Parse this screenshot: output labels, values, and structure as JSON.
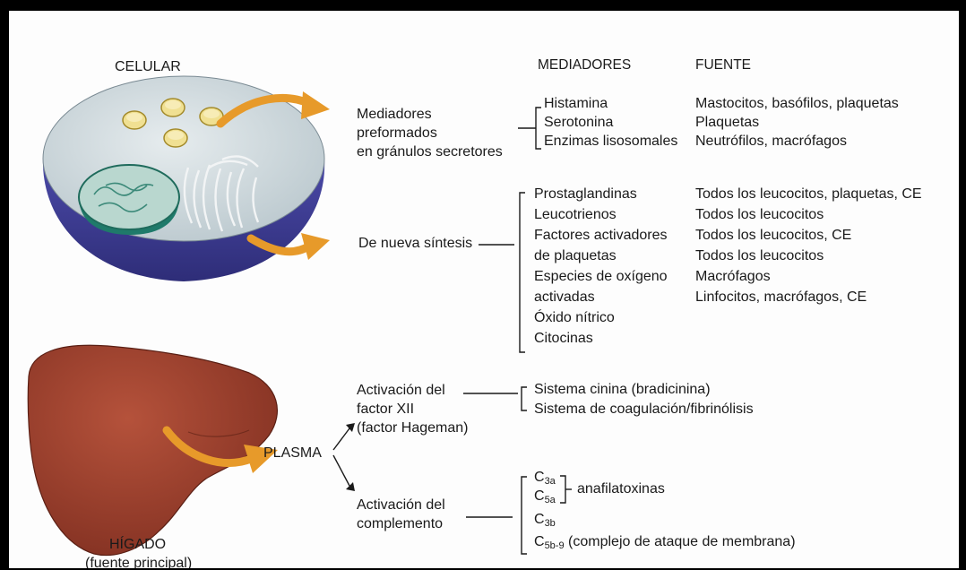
{
  "labels": {
    "cellular": "CELULAR",
    "plasma": "PLASMA",
    "liver": "HÍGADO",
    "liver_note": "(fuente principal)"
  },
  "headers": {
    "mediators": "MEDIADORES",
    "source": "FUENTE"
  },
  "categories": [
    {
      "lines": [
        "Mediadores",
        "preformados",
        "en gránulos secretores"
      ],
      "mediators": [
        "Histamina",
        "Serotonina",
        "Enzimas lisosomales"
      ],
      "sources": [
        "Mastocitos, basófilos, plaquetas",
        "Plaquetas",
        "Neutrófilos, macrófagos"
      ]
    },
    {
      "lines": [
        "De nueva síntesis"
      ],
      "mediators": [
        "Prostaglandinas",
        "Leucotrienos",
        "Factores activadores",
        "de plaquetas",
        "Especies de oxígeno",
        "activadas",
        "Óxido nítrico",
        "Citocinas"
      ],
      "sources": [
        "Todos los leucocitos, plaquetas, CE",
        "Todos los leucocitos",
        "Todos los leucocitos, CE",
        "Todos los leucocitos",
        "Macrófagos",
        "Linfocitos, macrófagos, CE"
      ]
    },
    {
      "lines": [
        "Activación del",
        "factor XII",
        "(factor Hageman)"
      ],
      "mediators": [
        "Sistema cinina (bradicinina)",
        "Sistema de coagulación/fibrinólisis"
      ]
    },
    {
      "lines": [
        "Activación del",
        "complemento"
      ],
      "components": [
        {
          "base": "C",
          "sub": "3a"
        },
        {
          "base": "C",
          "sub": "5a"
        },
        {
          "base": "C",
          "sub": "3b"
        },
        {
          "base": "C",
          "sub": "5b-9",
          "note": "(complejo de ataque de membrana)"
        }
      ],
      "group_label": "anafilatoxinas"
    }
  ],
  "colors": {
    "arrow": "#e79a2a",
    "cell_side": "#3f3e96",
    "nucleus": "#1f7a6a",
    "liver": "#9a3e2a",
    "granule": "#f0e092",
    "frame": "#000000"
  }
}
